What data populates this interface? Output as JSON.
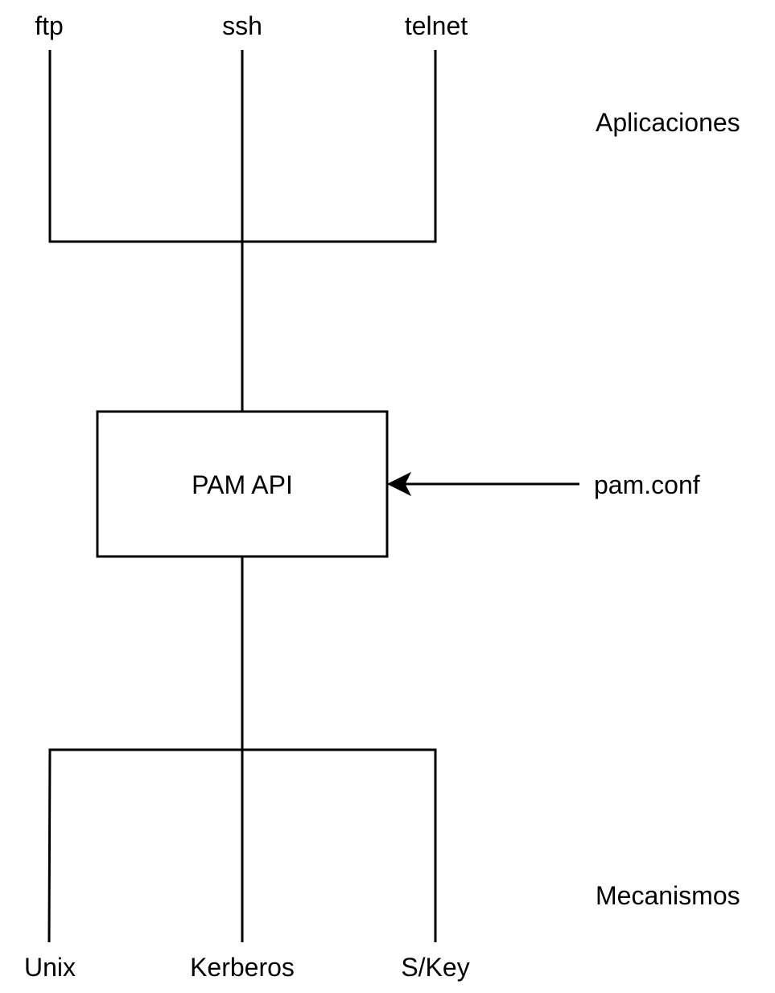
{
  "applications": [
    "ftp",
    "ssh",
    "telnet"
  ],
  "layers": {
    "applications_label": "Aplicaciones",
    "mechanisms_label": "Mecanismos"
  },
  "core": {
    "label": "PAM API"
  },
  "config": {
    "label": "pam.conf"
  },
  "mechanisms": [
    "Unix",
    "Kerberos",
    "S/Key"
  ]
}
